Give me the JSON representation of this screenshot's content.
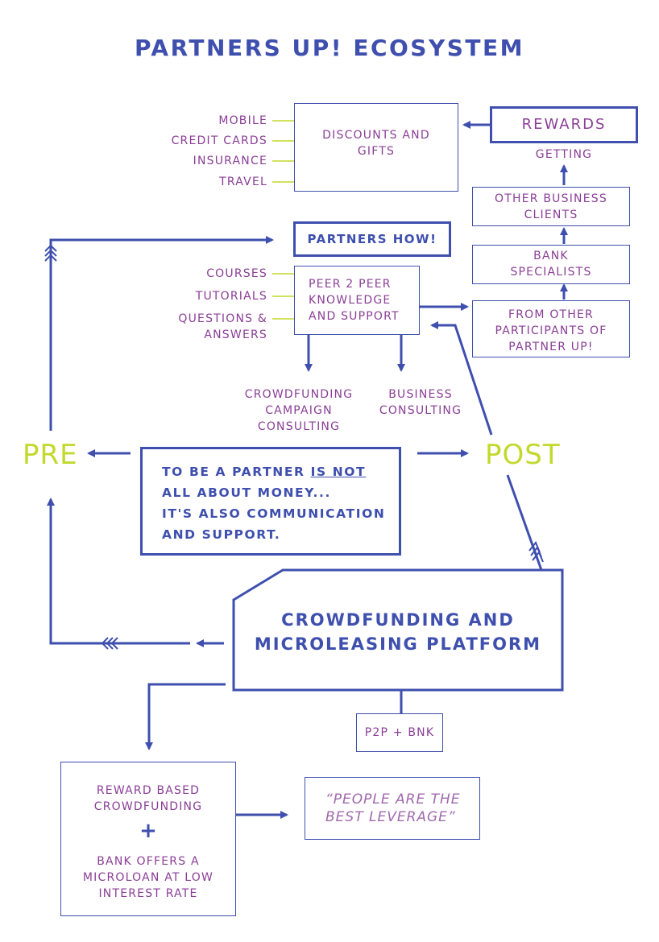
{
  "title": "PARTNERS UP! ECOSYSTEM",
  "rewards_branch": {
    "discounts_box": "DISCOUNTS AND GIFTS",
    "discount_items": [
      "MOBILE",
      "CREDIT CARDS",
      "INSURANCE",
      "TRAVEL"
    ],
    "rewards_box": "REWARDS",
    "getting_label": "GETTING",
    "sources": [
      "OTHER BUSINESS CLIENTS",
      "BANK SPECIALISTS",
      "FROM OTHER PARTICIPANTS OF PARTNER UP!"
    ]
  },
  "partners_how": {
    "box": "PARTNERS HOW!",
    "p2p_box": "PEER 2 PEER KNOWLEDGE AND SUPPORT",
    "items": [
      "COURSES",
      "TUTORIALS",
      "QUESTIONS & ANSWERS"
    ],
    "outcomes": [
      "CROWDFUNDING CAMPAIGN CONSULTING",
      "BUSINESS CONSULTING"
    ]
  },
  "phases": {
    "pre": "PRE",
    "post": "POST"
  },
  "message": {
    "part1": "TO BE A PARTNER ",
    "emphasis": "IS NOT",
    "part2": "ALL ABOUT MONEY...",
    "part3": "IT'S ALSO COMMUNICATION",
    "part4": "AND SUPPORT."
  },
  "platform": {
    "line1": "CROWDFUNDING AND",
    "line2": "MICROLEASING PLATFORM",
    "sub": "P2P + BNK"
  },
  "funding": {
    "reward": "REWARD BASED CROWDFUNDING",
    "plus": "+",
    "bank": "BANK OFFERS A MICROLOAN AT LOW INTEREST RATE"
  },
  "quote": "“PEOPLE ARE THE BEST LEVERAGE”",
  "colors": {
    "blue": "#3e4fae",
    "purple": "#8a3e96",
    "green": "#c2d92c"
  }
}
